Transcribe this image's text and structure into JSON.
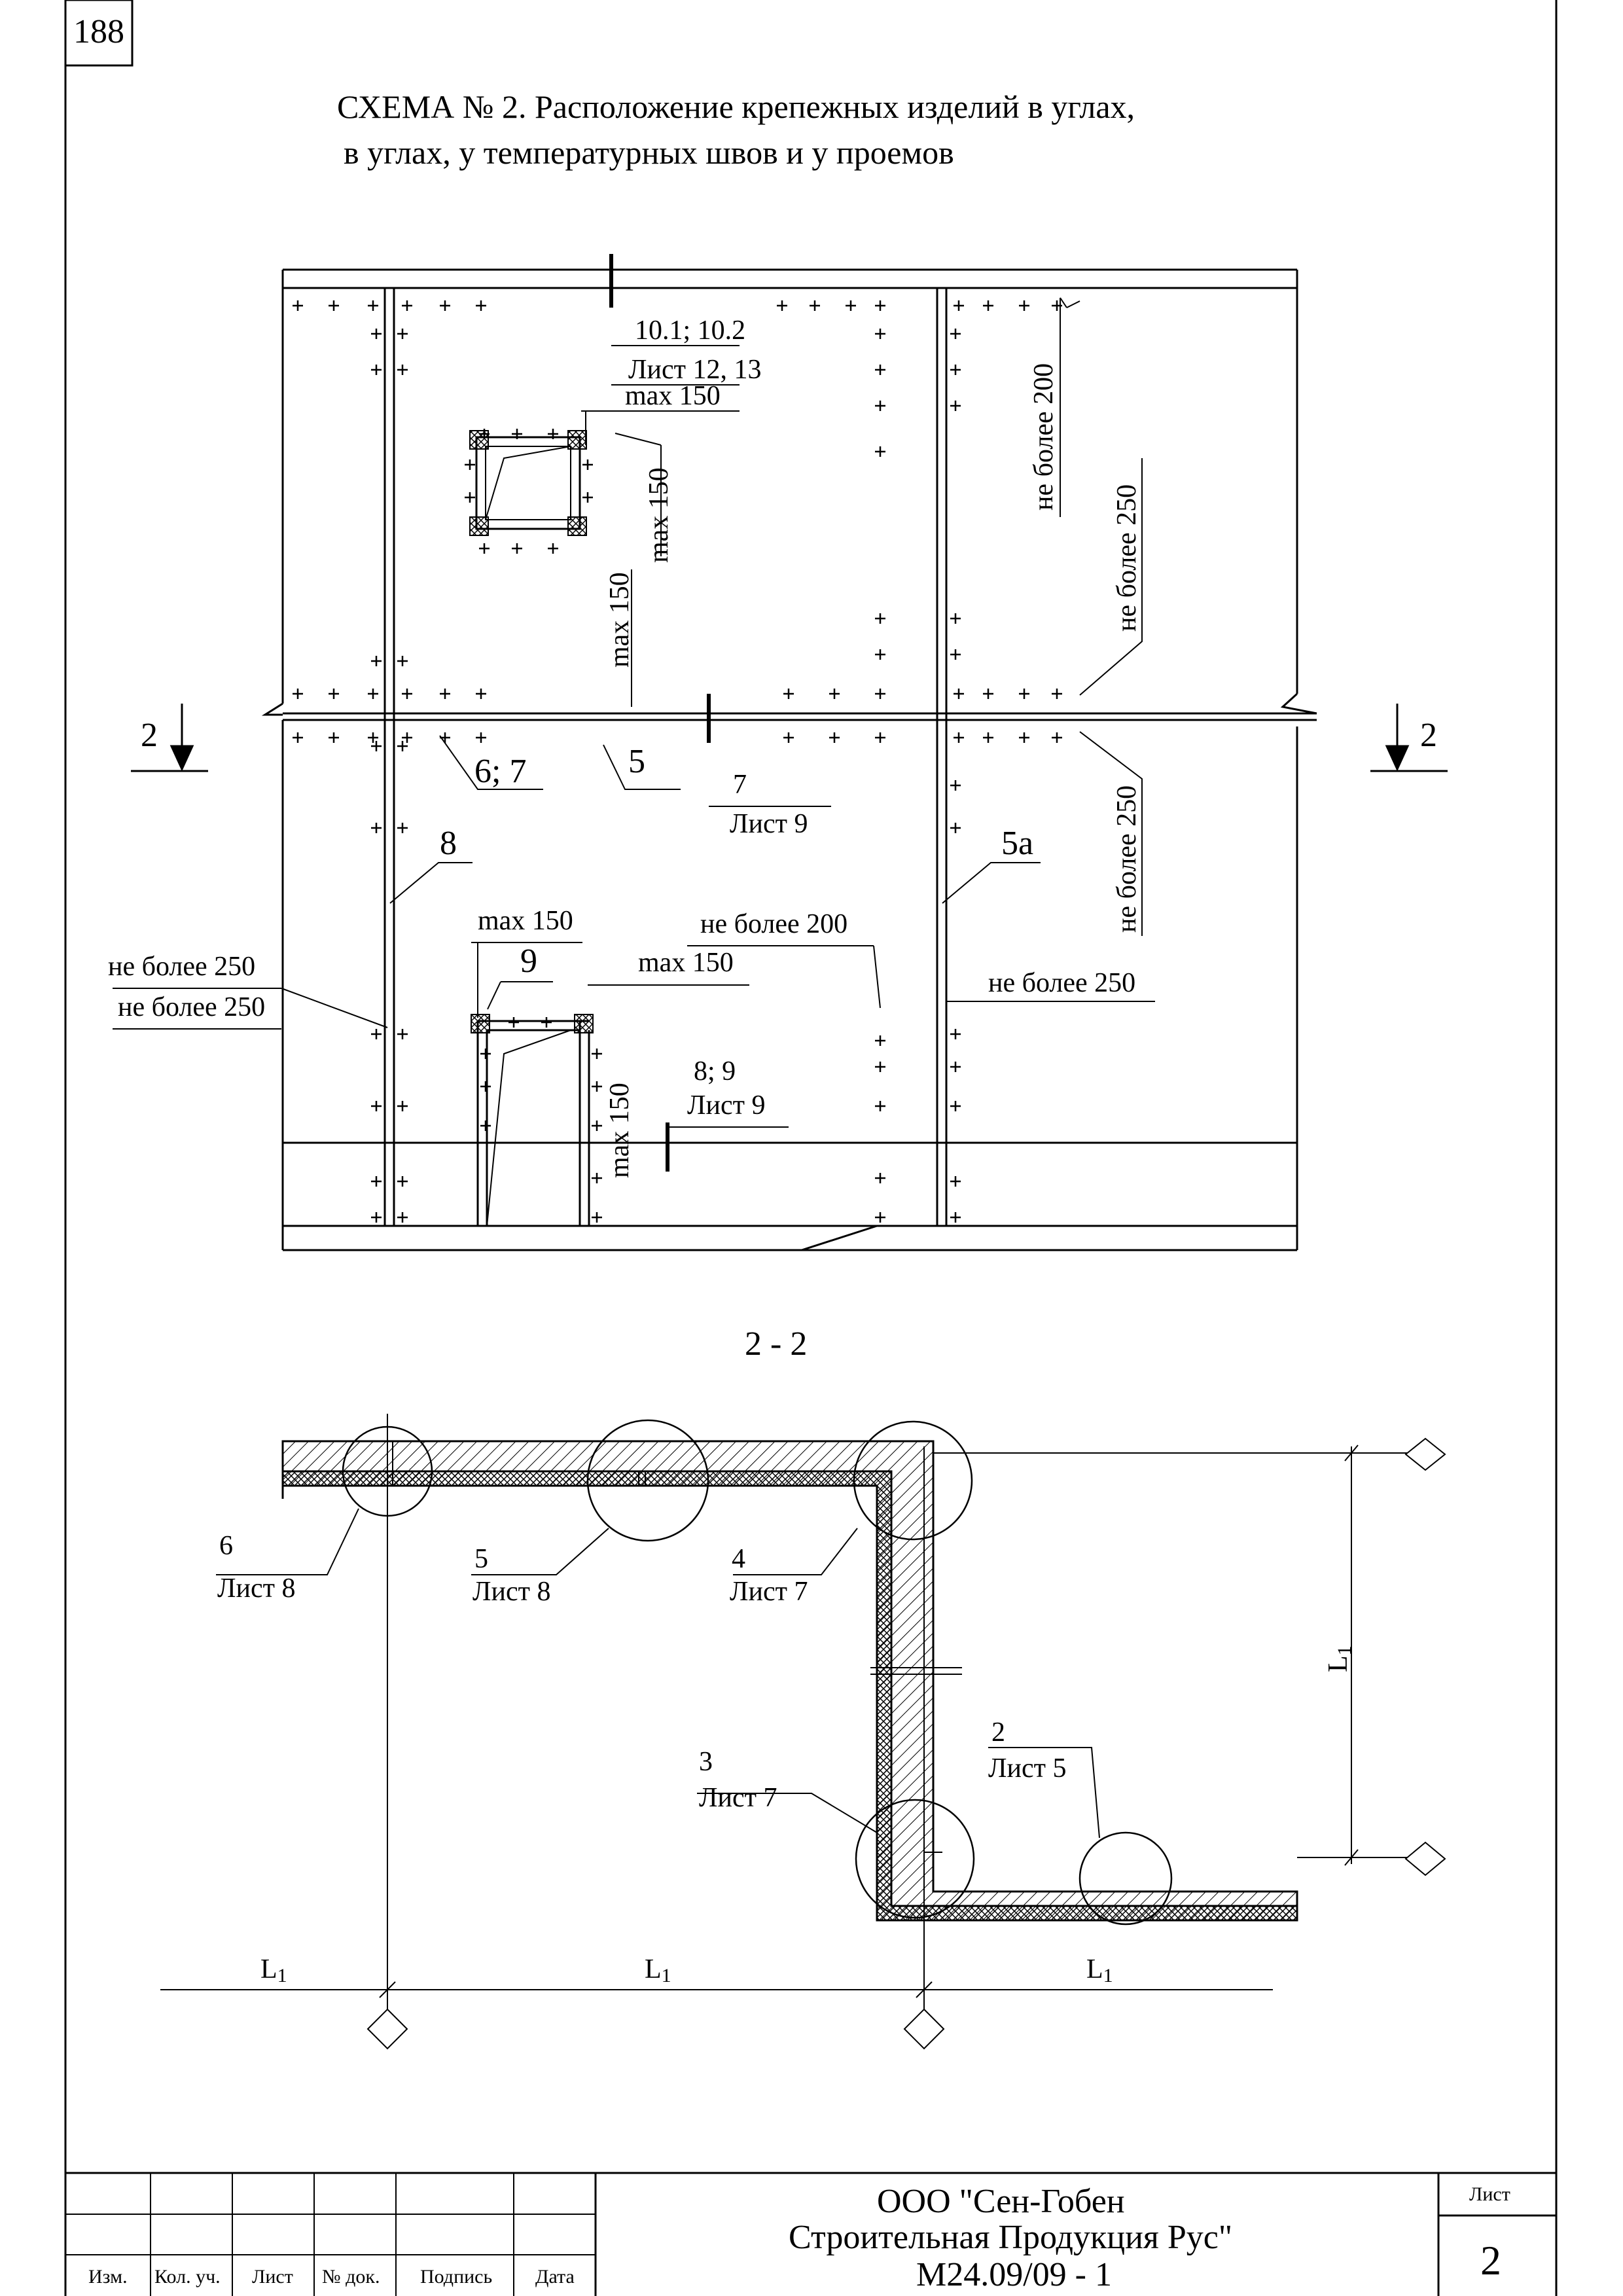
{
  "page_number": "188",
  "title": {
    "line1": "СХЕМА № 2. Расположение крепежных изделий в углах,",
    "line2": "в углах, у температурных швов и у проемов"
  },
  "elevation": {
    "callout_top": {
      "line1": "10.1; 10.2",
      "line2": "Лист 12, 13"
    },
    "max150_window_top": "max 150",
    "max150_window_right": "max 150",
    "max150_window_lower": "max 150",
    "ne_bolee_200_top": "не более 200",
    "ne_bolee_250_right_top": "не более 250",
    "ne_bolee_250_right_bottom": "не более 250",
    "section_marker": "2",
    "label_6_7": "6; 7",
    "label_5": "5",
    "callout_7": {
      "line1": "7",
      "line2": "Лист 9"
    },
    "label_8": "8",
    "label_5a": "5а",
    "max150_door_left": "max 150",
    "label_9": "9",
    "max150_door_right": "max 150",
    "ne_bolee_200_mid": "не более 200",
    "ne_bolee_250_left_1": "не более 250",
    "ne_bolee_250_left_2": "не более 250",
    "ne_bolee_250_right_mid": "не более 250",
    "callout_8_9": {
      "line1": "8; 9",
      "line2": "Лист 9"
    },
    "max150_door_vertical": "max 150"
  },
  "section": {
    "title": "2 - 2",
    "callout_6": {
      "num": "6",
      "sheet": "Лист 8"
    },
    "callout_5": {
      "num": "5",
      "sheet": "Лист 8"
    },
    "callout_4": {
      "num": "4",
      "sheet": "Лист 7"
    },
    "callout_3": {
      "num": "3",
      "sheet": "Лист 7"
    },
    "callout_2": {
      "num": "2",
      "sheet": "Лист 5"
    },
    "dim_L1": "L",
    "dim_L1_sub": "1"
  },
  "title_block": {
    "col_izm": "Изм.",
    "col_kol": "Кол. уч.",
    "col_list": "Лист",
    "col_doc": "№ док.",
    "col_sign": "Подпись",
    "col_date": "Дата",
    "company_line1": "ООО \"Сен-Гобен",
    "company_line2": "Строительная Продукция Рус\"",
    "doc_code": "М24.09/09 - 1",
    "sheet_label": "Лист",
    "sheet_number": "2"
  }
}
